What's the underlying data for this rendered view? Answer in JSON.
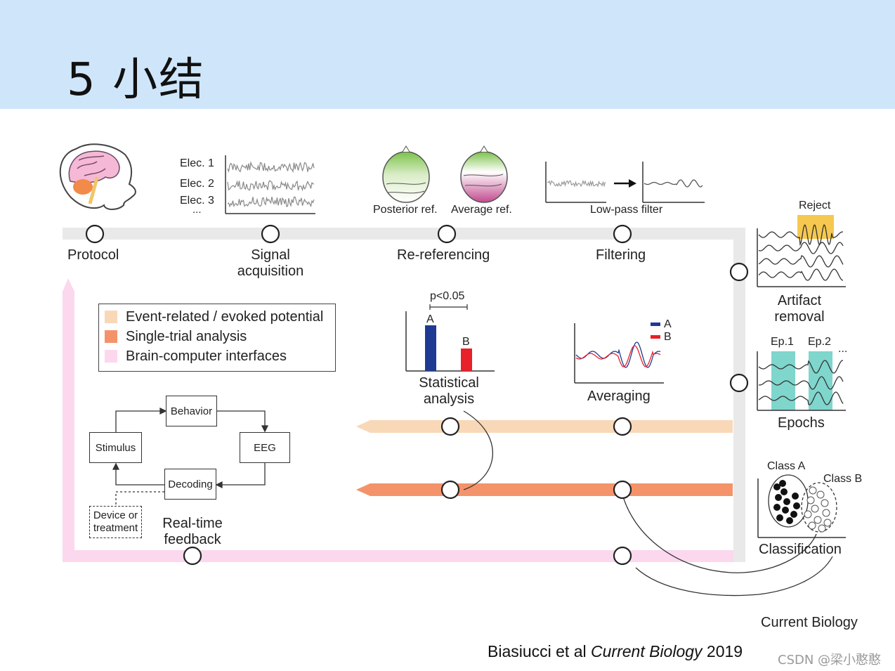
{
  "slide": {
    "title": "5 小结",
    "citation_authors": "Biasiucci et al ",
    "citation_journal": "Current Biology",
    "citation_year": " 2019",
    "journal_label": "Current Biology",
    "watermark": "CSDN @梁小憨憨"
  },
  "signals": {
    "elec1": "Elec. 1",
    "elec2": "Elec. 2",
    "elec3": "Elec. 3",
    "ellipsis": "..."
  },
  "referencing": {
    "posterior": "Posterior ref.",
    "average": "Average ref."
  },
  "filter": {
    "low_pass": "Low-pass filter"
  },
  "steps": {
    "protocol": "Protocol",
    "signal_1": "Signal",
    "signal_2": "acquisition",
    "rereferencing": "Re-referencing",
    "filtering": "Filtering",
    "artifact_1": "Artifact",
    "artifact_2": "removal",
    "reject": "Reject",
    "epochs": "Epochs",
    "ep1": "Ep.1",
    "ep2": "Ep.2",
    "ep_more": "...",
    "class_a": "Class A",
    "class_b": "Class B",
    "classification": "Classification",
    "statistical_1": "Statistical",
    "statistical_2": "analysis",
    "p_value": "p<0.05",
    "bar_a": "A",
    "bar_b": "B",
    "averaging": "Averaging",
    "legend_a": "A",
    "legend_b": "B"
  },
  "legend": {
    "items": [
      {
        "label": "Event-related / evoked potential",
        "color": "#f9d8b8"
      },
      {
        "label": "Single-trial analysis",
        "color": "#f4936a"
      },
      {
        "label": "Brain-computer interfaces",
        "color": "#fbd8ee"
      }
    ]
  },
  "loop": {
    "behavior": "Behavior",
    "stimulus": "Stimulus",
    "eeg": "EEG",
    "decoding": "Decoding",
    "device_1": "Device or",
    "device_2": "treatment",
    "feedback_1": "Real-time",
    "feedback_2": "feedback"
  },
  "colors": {
    "header_bg": "#cfe6fa",
    "track_gray": "#e9e9e9",
    "track_pink": "#fbd8ee",
    "track_peach": "#f9d8b8",
    "track_orange": "#f4936a",
    "bar_blue": "#1f3a93",
    "bar_red": "#e8202a",
    "epoch_teal": "#7fd6cc",
    "reject_yellow": "#f6c850"
  }
}
